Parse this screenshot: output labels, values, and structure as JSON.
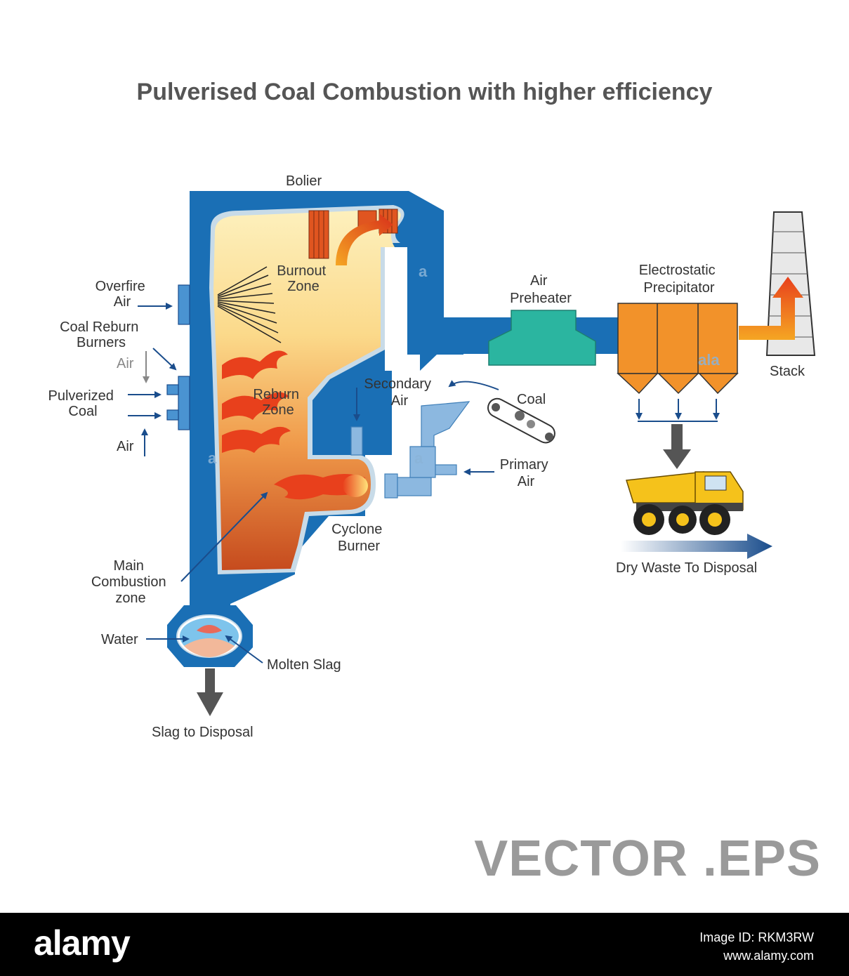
{
  "title": "Pulverised Coal Combustion with higher efficiency",
  "labels": {
    "boiler": "Bolier",
    "burnout_zone": [
      "Burnout",
      "Zone"
    ],
    "reburn_zone": [
      "Reburn",
      "Zone"
    ],
    "overfire_air": [
      "Overfire",
      "Air"
    ],
    "coal_reburn_burners": [
      "Coal Reburn",
      "Burners"
    ],
    "air_upper": "Air",
    "pulverized_coal": [
      "Pulverized",
      "Coal"
    ],
    "air_lower": "Air",
    "secondary_air": [
      "Secondary",
      "Air"
    ],
    "coal": "Coal",
    "primary_air": [
      "Primary",
      "Air"
    ],
    "cyclone_burner": [
      "Cyclone",
      "Burner"
    ],
    "main_combustion_zone": [
      "Main",
      "Combustion",
      "zone"
    ],
    "water": "Water",
    "molten_slag": "Molten Slag",
    "slag_to_disposal": "Slag to Disposal",
    "air_preheater": [
      "Air",
      "Preheater"
    ],
    "electrostatic_precipitator": [
      "Electrostatic",
      "Precipitator"
    ],
    "stack": "Stack",
    "dry_waste": "Dry Waste To Disposal"
  },
  "watermark_letters": [
    "a",
    "a",
    "a",
    "a",
    "a",
    "a",
    "a",
    "a",
    "a",
    "ala"
  ],
  "vector_label": "VECTOR .EPS",
  "footer": {
    "logo": "alamy",
    "image_id": "Image ID: RKM3RW",
    "site": "www.alamy.com"
  },
  "colors": {
    "boiler_blue": "#1a6fb5",
    "inner_outline": "#c8dbe8",
    "chamber_top": "#fbecb0",
    "chamber_bottom": "#c9501c",
    "preheater": "#2bb5a0",
    "precipitator": "#f2922a",
    "flame": "#e8401c",
    "truck": "#f5c21b",
    "arrow_blue": "#1a4d8c",
    "grey_arrow": "#555555"
  }
}
